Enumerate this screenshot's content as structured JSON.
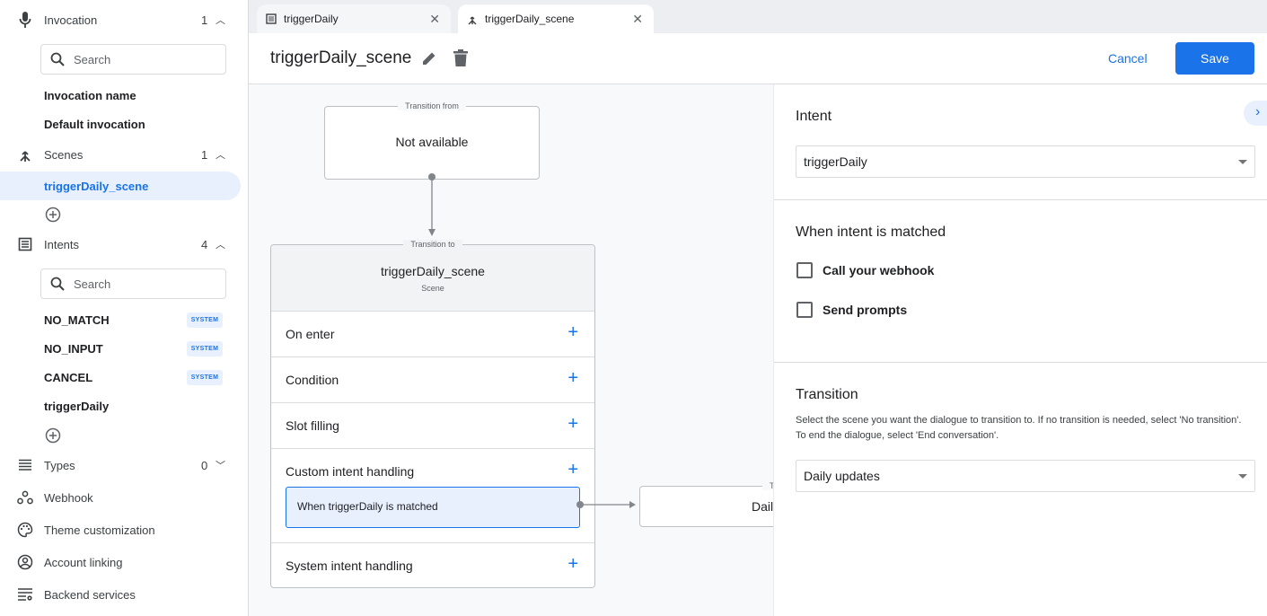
{
  "sidebar": {
    "invocation": {
      "label": "Invocation",
      "count": "1",
      "search_placeholder": "Search",
      "items": [
        "Invocation name",
        "Default invocation"
      ]
    },
    "scenes": {
      "label": "Scenes",
      "count": "1",
      "items": [
        "triggerDaily_scene"
      ]
    },
    "intents": {
      "label": "Intents",
      "count": "4",
      "search_placeholder": "Search",
      "items": [
        {
          "name": "NO_MATCH",
          "badge": "SYSTEM"
        },
        {
          "name": "NO_INPUT",
          "badge": "SYSTEM"
        },
        {
          "name": "CANCEL",
          "badge": "SYSTEM"
        },
        {
          "name": "triggerDaily"
        }
      ]
    },
    "types": {
      "label": "Types",
      "count": "0"
    },
    "webhook": "Webhook",
    "theme": "Theme customization",
    "account": "Account linking",
    "backend": "Backend services"
  },
  "tabs": [
    {
      "label": "triggerDaily",
      "icon": "intent-icon"
    },
    {
      "label": "triggerDaily_scene",
      "icon": "scene-icon",
      "active": true
    }
  ],
  "header": {
    "title": "triggerDaily_scene",
    "cancel": "Cancel",
    "save": "Save"
  },
  "canvas": {
    "from": {
      "legend": "Transition from",
      "value": "Not available"
    },
    "scene": {
      "legend": "Transition to",
      "name": "triggerDaily_scene",
      "type": "Scene",
      "rows": [
        "On enter",
        "Condition",
        "Slot filling",
        "Custom intent handling",
        "System intent handling"
      ],
      "handler": "When triggerDaily is matched"
    },
    "target": {
      "legend": "Tr",
      "value": "Dail"
    }
  },
  "panel": {
    "intent_label": "Intent",
    "intent_value": "triggerDaily",
    "matched_label": "When intent is matched",
    "checkboxes": [
      {
        "label": "Call your webhook",
        "checked": false
      },
      {
        "label": "Send prompts",
        "checked": false
      }
    ],
    "transition_label": "Transition",
    "transition_desc": "Select the scene you want the dialogue to transition to. If no transition is needed, select 'No transition'. To end the dialogue, select 'End conversation'.",
    "transition_value": "Daily updates"
  },
  "colors": {
    "accent": "#1a73e8",
    "selected_bg": "#e8f0fe"
  }
}
